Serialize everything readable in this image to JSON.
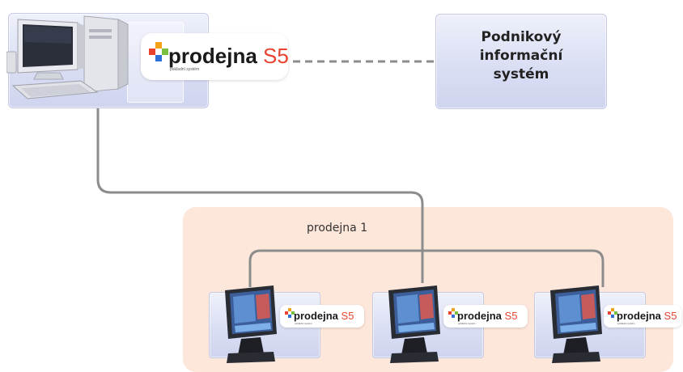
{
  "server": {
    "logo_brand": "prodejna",
    "logo_version": "S5",
    "logo_tagline": "pokladní systém"
  },
  "erp": {
    "lines": [
      "Podnikový",
      "informační",
      "systém"
    ]
  },
  "store": {
    "label": "prodejna 1"
  },
  "terminals": [
    {
      "logo_brand": "prodejna",
      "logo_version": "S5",
      "logo_tagline": "pokladní systém"
    },
    {
      "logo_brand": "prodejna",
      "logo_version": "S5",
      "logo_tagline": "pokladní systém"
    },
    {
      "logo_brand": "prodejna",
      "logo_version": "S5",
      "logo_tagline": "pokladní systém"
    }
  ],
  "colors": {
    "store_background": "#fde6da",
    "connector": "#8c8c8c",
    "logo_accent_red": "#e8432f",
    "logo_accent_blue": "#2f6fd6",
    "logo_accent_green": "#7ac142",
    "logo_accent_orange": "#f5a21b"
  }
}
